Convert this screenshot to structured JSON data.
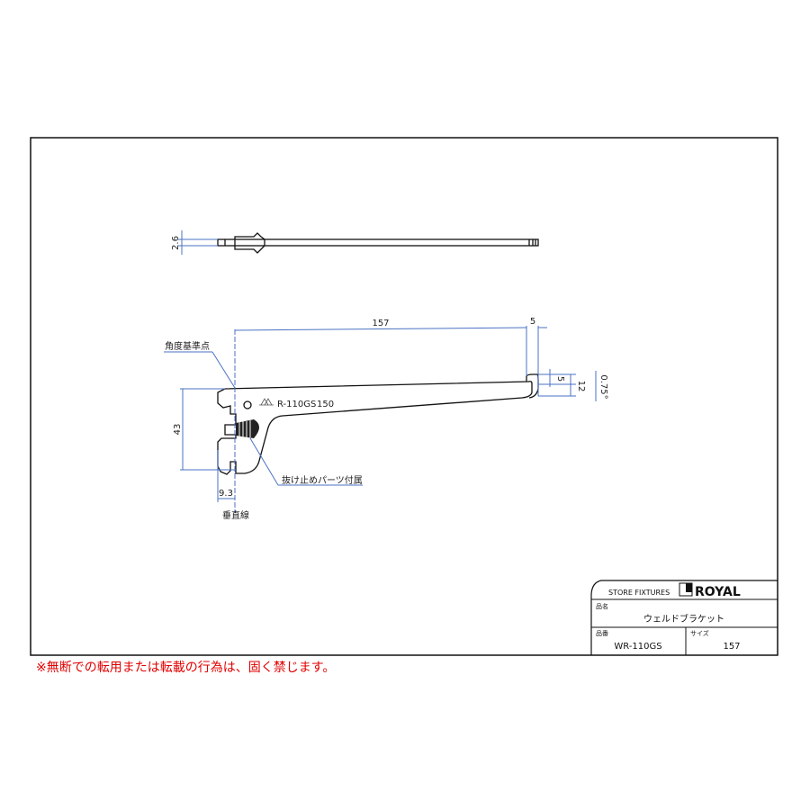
{
  "drawing": {
    "dimensions": {
      "thickness": "2.6",
      "length": "157",
      "hook_width": "5",
      "hook_height": "5",
      "hook_total": "12",
      "angle": "0.75°",
      "height": "43",
      "offset": "9.3"
    },
    "labels": {
      "angle_reference": "角度基準点",
      "vertical_line": "垂直線",
      "stopper_part": "抜け止めパーツ付属",
      "stamp_model": "R-110GS",
      "stamp_size": "150"
    }
  },
  "title_block": {
    "company_tag": "STORE FIXTURES",
    "brand": "ROYAL",
    "name_label": "品名",
    "name_value": "ウェルドブラケット",
    "number_label": "品番",
    "number_value": "WR-110GS",
    "size_label": "サイズ",
    "size_value": "157"
  },
  "notice": "※無断での転用または転載の行為は、固く禁じます。"
}
